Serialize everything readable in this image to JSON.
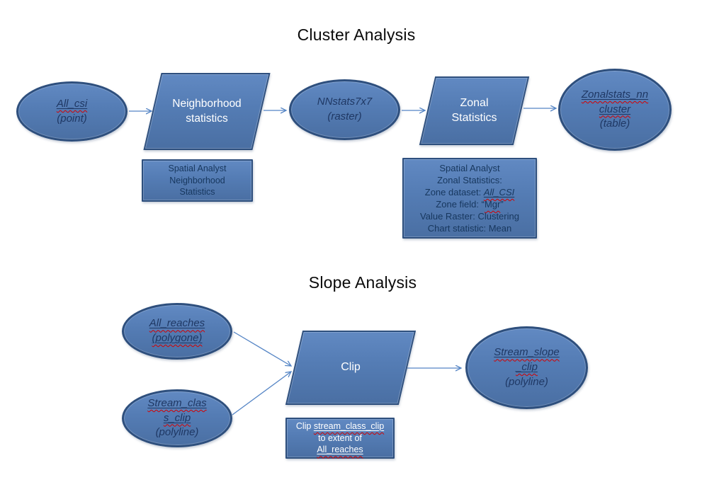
{
  "titles": {
    "cluster": "Cluster Analysis",
    "slope": "Slope Analysis"
  },
  "cluster": {
    "input": {
      "name": "All_csi",
      "type": "(point)"
    },
    "tool1": {
      "line1": "Neighborhood",
      "line2": "statistics"
    },
    "raster": {
      "name": "NNstats7x7",
      "type": "(raster)"
    },
    "tool2": {
      "line1": "Zonal",
      "line2": "Statistics"
    },
    "output": {
      "name1": "Zonalstats_nn",
      "name2": "cluster",
      "type": "(table)"
    },
    "note1": {
      "line1": "Spatial Analyst",
      "line2": "Neighborhood",
      "line3": "Statistics"
    },
    "note2": {
      "line1": "Spatial Analyst",
      "line2": "Zonal Statistics:",
      "line3_label": "Zone dataset: ",
      "line3_value": "All_CSI",
      "line4_label": "Zone field: “",
      "line4_value": "Mgr",
      "line4_suffix": "”",
      "line5": "Value Raster: Clustering",
      "line6": "Chart statistic: Mean"
    }
  },
  "slope": {
    "input1": {
      "name": "All_reaches",
      "type": "(polygone)"
    },
    "input2": {
      "name1": "Stream_clas",
      "name2": "s_clip",
      "type": "(polyline)"
    },
    "tool": {
      "label": "Clip"
    },
    "output": {
      "name1": "Stream_slope",
      "name2": "_clip",
      "type": "(polyline)"
    },
    "note": {
      "line1_prefix": "Clip ",
      "line1_value": "stream_class_clip",
      "line2": "to extent of",
      "line3_value": "All_reaches"
    }
  },
  "palette": {
    "shape_fill": "#547cb4",
    "shape_border": "#2e4f7d",
    "navy_text": "#1f3864",
    "white_text": "#ffffff",
    "arrow": "#5585c5",
    "squiggle": "#d40000",
    "title_text": "#0a0a0a"
  }
}
